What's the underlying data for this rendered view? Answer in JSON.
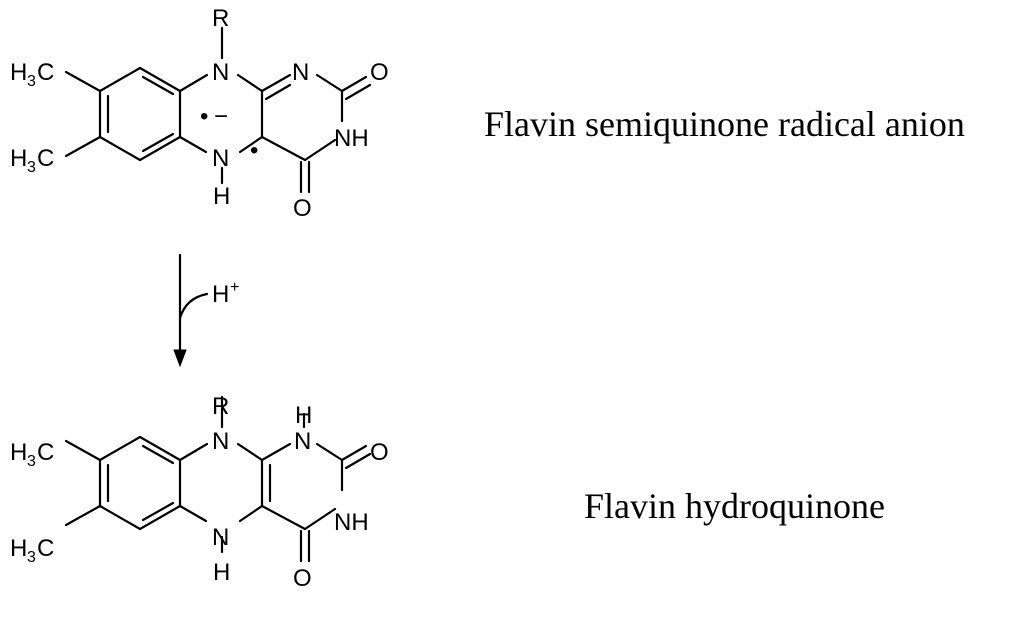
{
  "top_molecule": {
    "substituent_r": "R",
    "methyl_label_c": "H",
    "methyl_label_sub": "3",
    "methyl_label_tail": "C",
    "n_ring": "N",
    "n_imine": "N",
    "o_carbonyl": "O",
    "nh_imide": "NH",
    "n_amine": "N",
    "h_amine": "H",
    "radical_dot": "•",
    "anion_sign": "−",
    "caption": "Flavin semiquinone radical anion"
  },
  "reagent": {
    "proton": "H",
    "charge": "+"
  },
  "bottom_molecule": {
    "substituent_r": "R",
    "methyl_label_c": "H",
    "methyl_label_sub": "3",
    "methyl_label_tail": "C",
    "n_ring": "N",
    "n_amide": "N",
    "h_amide": "H",
    "o_carbonyl": "O",
    "nh_imide": "NH",
    "n_amine": "N",
    "h_amine": "H",
    "caption": "Flavin hydroquinone"
  }
}
